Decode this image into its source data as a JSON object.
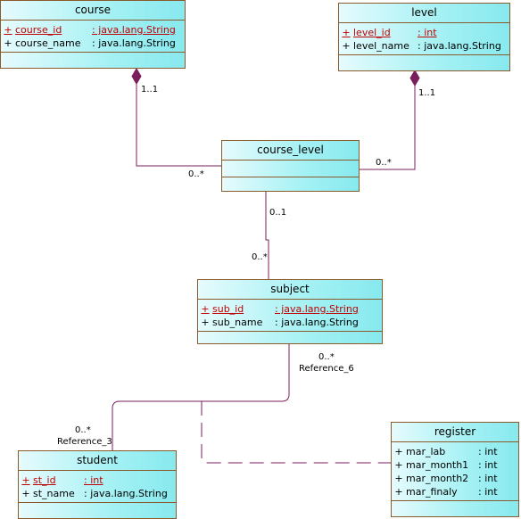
{
  "classes": {
    "course": {
      "title": "course",
      "attrs": [
        {
          "vis": "+",
          "name": "course_id",
          "type": ": java.lang.String",
          "pk": true
        },
        {
          "vis": "+",
          "name": "course_name",
          "type": ": java.lang.String",
          "pk": false
        }
      ]
    },
    "level": {
      "title": "level",
      "attrs": [
        {
          "vis": "+",
          "name": "level_id",
          "type": ": int",
          "pk": true
        },
        {
          "vis": "+",
          "name": "level_name",
          "type": ": java.lang.String",
          "pk": false
        }
      ]
    },
    "course_level": {
      "title": "course_level",
      "attrs": []
    },
    "subject": {
      "title": "subject",
      "attrs": [
        {
          "vis": "+",
          "name": "sub_id",
          "type": ": java.lang.String",
          "pk": true
        },
        {
          "vis": "+",
          "name": "sub_name",
          "type": ": java.lang.String",
          "pk": false
        }
      ]
    },
    "student": {
      "title": "student",
      "attrs": [
        {
          "vis": "+",
          "name": "st_id",
          "type": ": int",
          "pk": true
        },
        {
          "vis": "+",
          "name": "st_name",
          "type": ": java.lang.String",
          "pk": false
        }
      ]
    },
    "register": {
      "title": "register",
      "attrs": [
        {
          "vis": "+",
          "name": "mar_lab",
          "type": ": int",
          "pk": false
        },
        {
          "vis": "+",
          "name": "mar_month1",
          "type": ": int",
          "pk": false
        },
        {
          "vis": "+",
          "name": "mar_month2",
          "type": ": int",
          "pk": false
        },
        {
          "vis": "+",
          "name": "mar_finaly",
          "type": ": int",
          "pk": false
        }
      ]
    }
  },
  "labels": {
    "course_mult": "1..1",
    "course_level_left_mult": "0..*",
    "level_mult": "1..1",
    "course_level_right_mult": "0..*",
    "course_level_bottom_mult": "0..1",
    "subject_top_mult": "0..*",
    "subject_bottom_mult": "0..*",
    "reference_6": "Reference_6",
    "student_mult": "0..*",
    "reference_3": "Reference_3"
  },
  "colors": {
    "association_line": "#7a1f5c",
    "class_border": "#8a5a2b",
    "primary_key_text": "#c00000"
  }
}
